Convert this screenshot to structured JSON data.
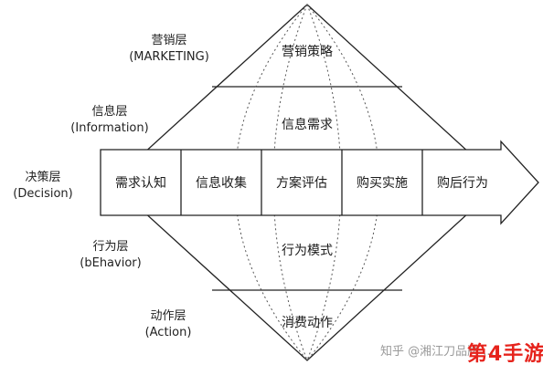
{
  "layers": [
    {
      "cn": "营销层",
      "en": "(MARKETING)"
    },
    {
      "cn": "信息层",
      "en": "(Information)"
    },
    {
      "cn": "决策层",
      "en": "(Decision)"
    },
    {
      "cn": "行为层",
      "en": "(bEhavior)"
    },
    {
      "cn": "动作层",
      "en": "(Action)"
    }
  ],
  "bands": {
    "marketing": "营销策略",
    "information": "信息需求",
    "behavior": "行为模式",
    "action": "消费动作"
  },
  "steps": [
    "需求认知",
    "信息收集",
    "方案评估",
    "购买实施",
    "购后行为"
  ],
  "watermark": "知乎 @湘江刀品牌 ...",
  "logo": "第4手游"
}
